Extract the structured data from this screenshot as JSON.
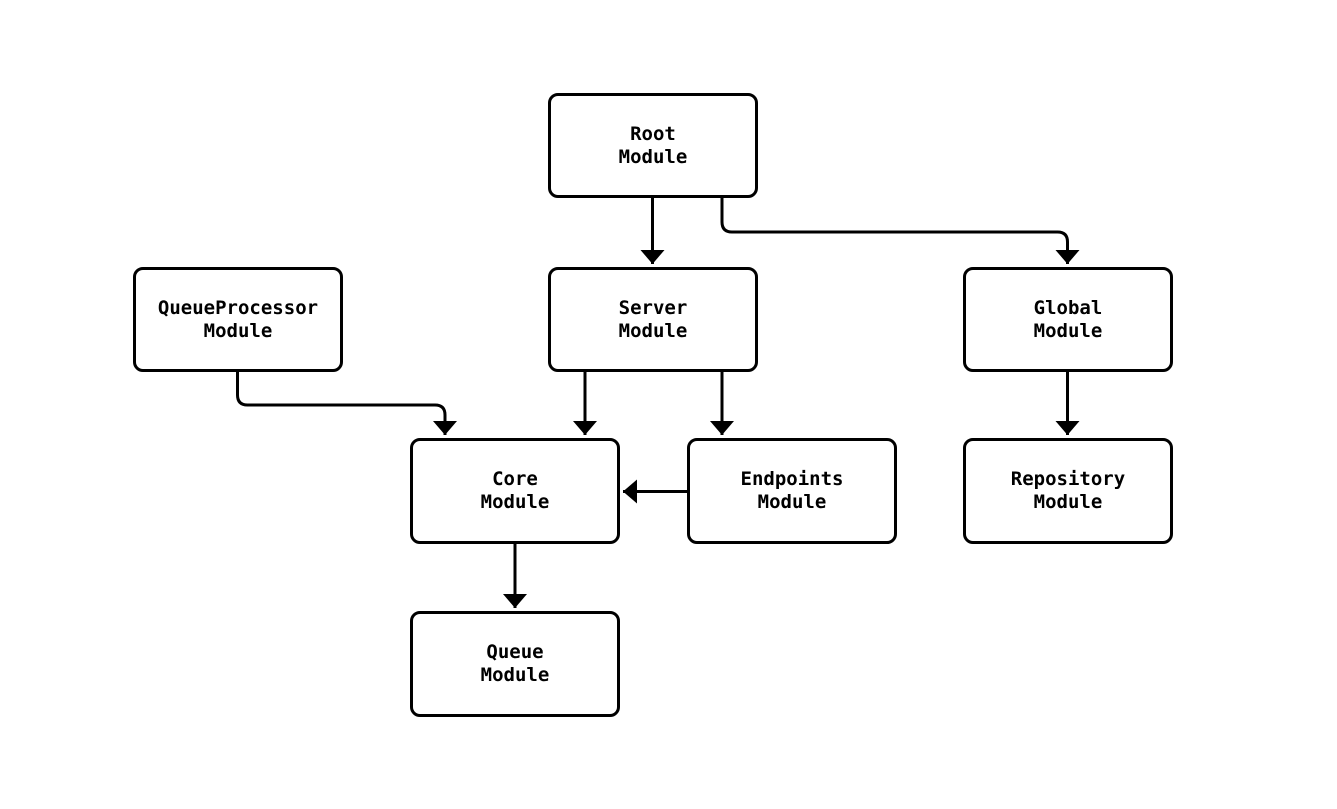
{
  "diagram": {
    "description": "Module dependency flowchart",
    "colors": {
      "background": "#ffffff",
      "node_fill": "#ffffff",
      "node_border": "#000000",
      "edge": "#000000",
      "text": "#000000"
    },
    "nodes": [
      {
        "id": "root",
        "label": "Root\nModule"
      },
      {
        "id": "queueprocessor",
        "label": "QueueProcessor\nModule"
      },
      {
        "id": "server",
        "label": "Server\nModule"
      },
      {
        "id": "global",
        "label": "Global\nModule"
      },
      {
        "id": "core",
        "label": "Core\nModule"
      },
      {
        "id": "endpoints",
        "label": "Endpoints\nModule"
      },
      {
        "id": "repository",
        "label": "Repository\nModule"
      },
      {
        "id": "queue",
        "label": "Queue\nModule"
      }
    ],
    "edges": [
      {
        "from": "root",
        "to": "server"
      },
      {
        "from": "root",
        "to": "global"
      },
      {
        "from": "queueprocessor",
        "to": "core"
      },
      {
        "from": "server",
        "to": "core"
      },
      {
        "from": "server",
        "to": "endpoints"
      },
      {
        "from": "endpoints",
        "to": "core"
      },
      {
        "from": "global",
        "to": "repository"
      },
      {
        "from": "core",
        "to": "queue"
      }
    ]
  }
}
